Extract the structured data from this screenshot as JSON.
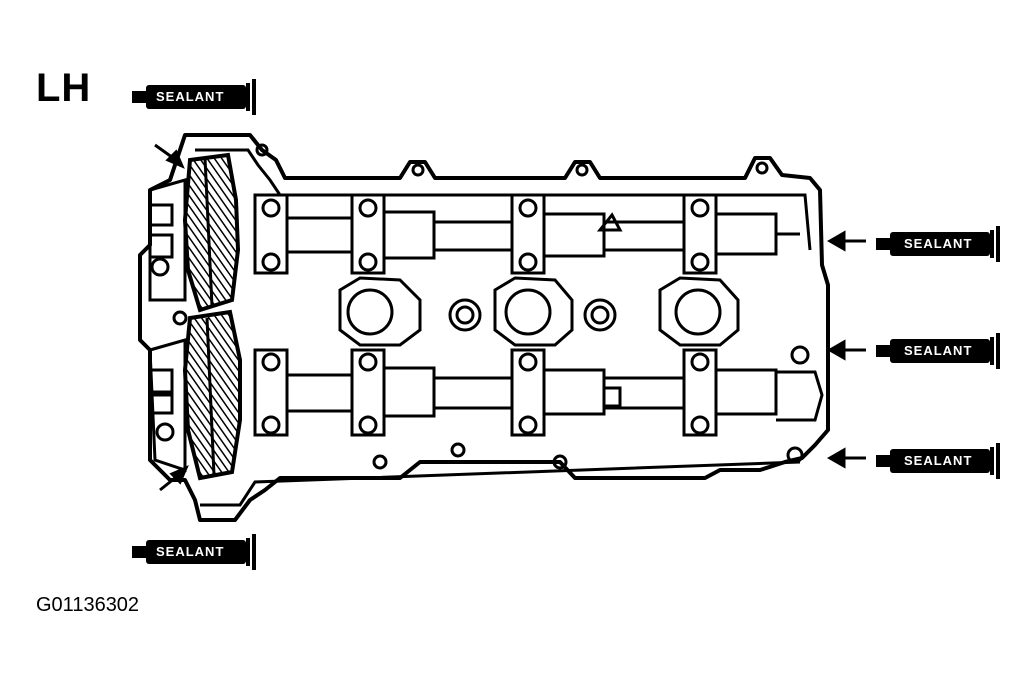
{
  "diagram": {
    "side_label": "LH",
    "figure_code": "G01136302",
    "sealant_callouts": [
      {
        "id": "top-left",
        "label": "SEALANT"
      },
      {
        "id": "right-upper",
        "label": "SEALANT"
      },
      {
        "id": "right-middle",
        "label": "SEALANT"
      },
      {
        "id": "right-lower",
        "label": "SEALANT"
      },
      {
        "id": "bottom-left",
        "label": "SEALANT"
      }
    ]
  }
}
